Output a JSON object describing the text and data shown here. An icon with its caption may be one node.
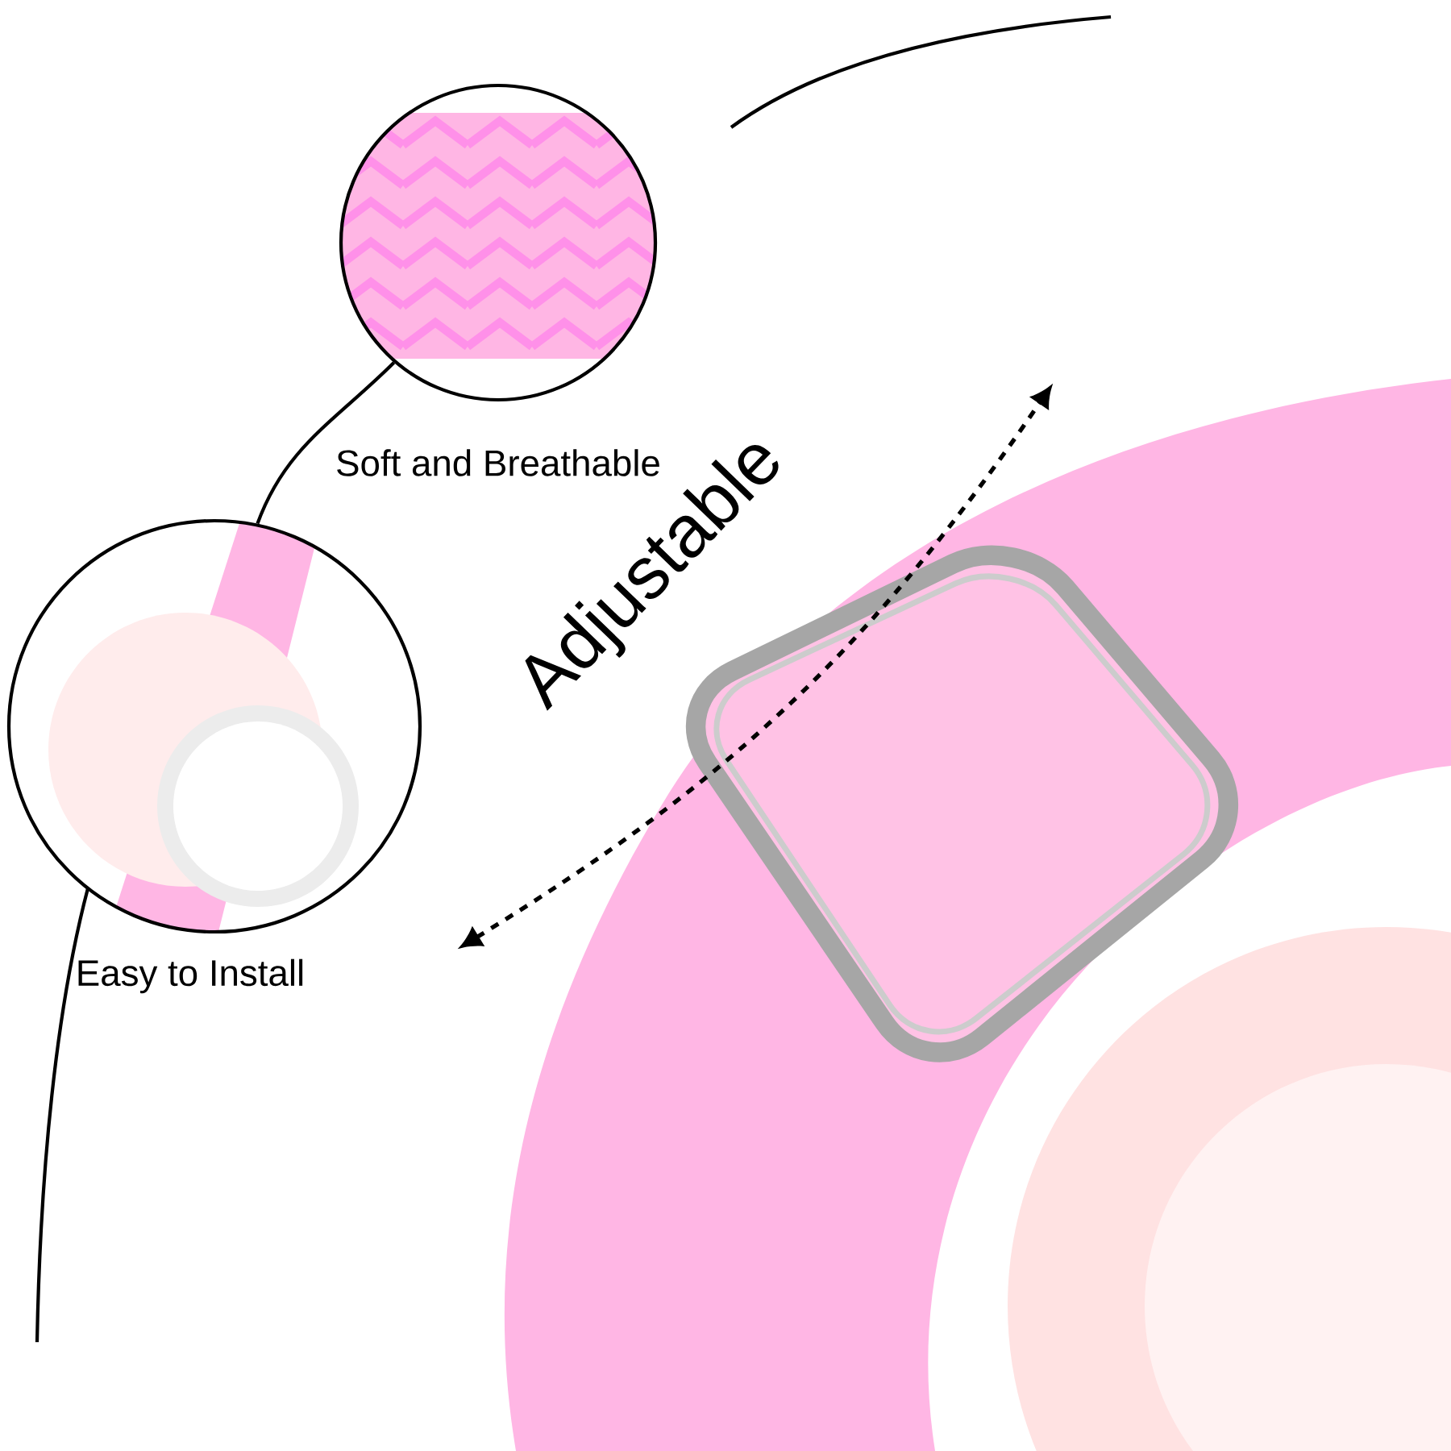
{
  "diagram": {
    "nodes": [
      {
        "text": [
          "Soft and Breathable"
        ]
      },
      {
        "text": [
          "Easy to Install"
        ]
      }
    ],
    "edges": [
      {
        "from": 0,
        "to": 1,
        "arrow": "none"
      }
    ],
    "labels": [
      "Adjustable"
    ]
  }
}
